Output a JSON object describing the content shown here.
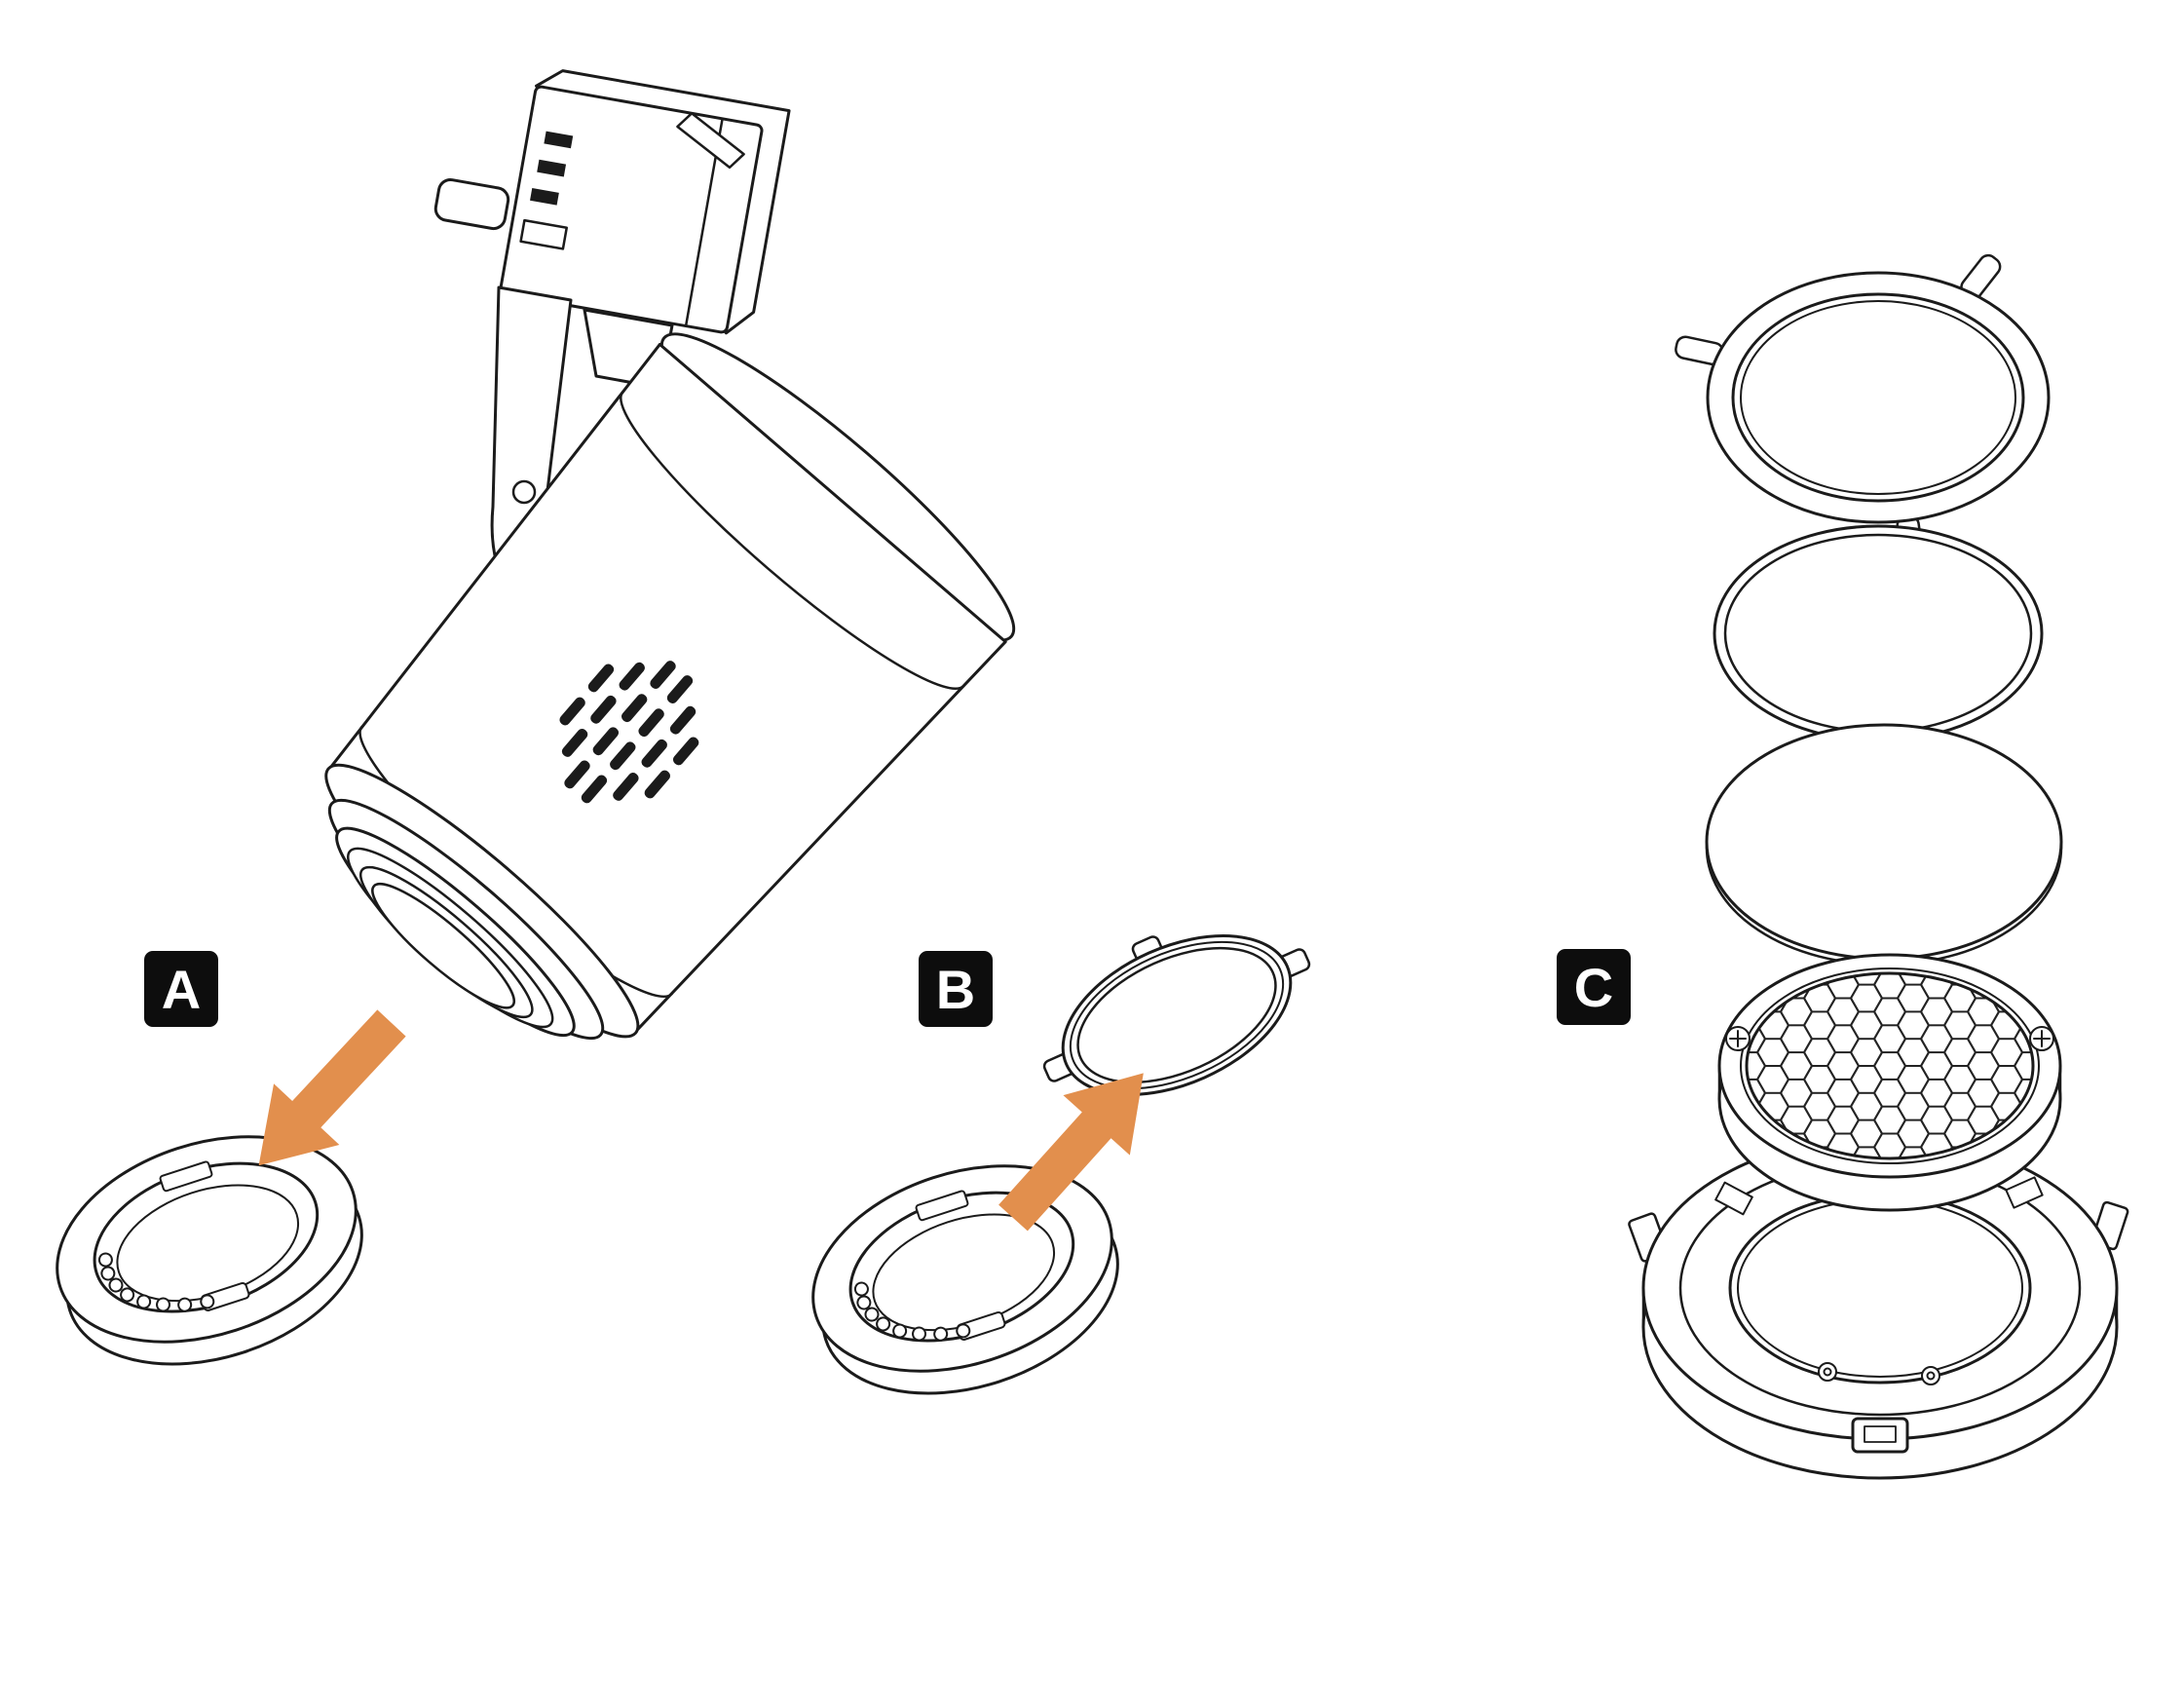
{
  "steps": [
    {
      "id": "step-a",
      "label": "A"
    },
    {
      "id": "step-b",
      "label": "B"
    },
    {
      "id": "step-c",
      "label": "C"
    }
  ],
  "colors": {
    "background": "#ffffff",
    "line": "#1b1b1b",
    "arrow": "#E28F4D",
    "label_background": "#0d0d0d",
    "label_text": "#ffffff"
  },
  "parts": {
    "step_a": [
      "track-light-fixture",
      "front-bezel-ring"
    ],
    "step_b": [
      "front-bezel-ring",
      "accessory-holder-ring"
    ],
    "step_c": [
      "retaining-ring",
      "gasket-ring",
      "diffuser-disc",
      "honeycomb-louver",
      "bezel-housing"
    ]
  }
}
